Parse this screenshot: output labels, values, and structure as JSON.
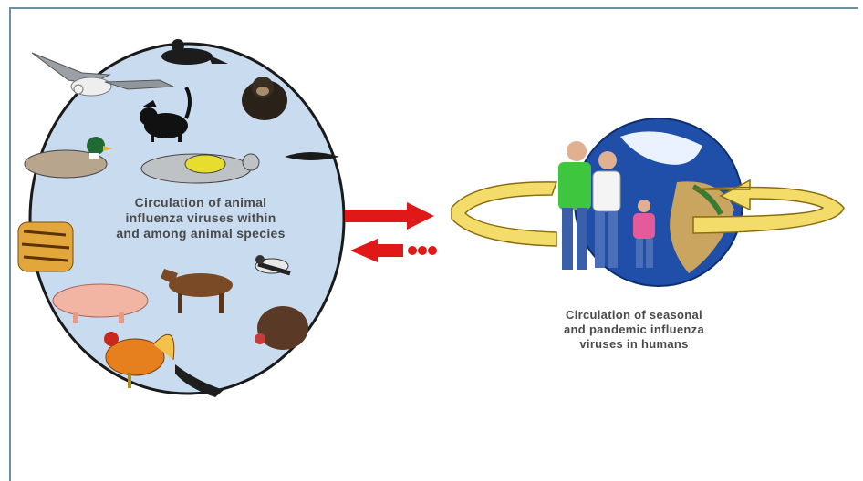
{
  "animal_caption": {
    "line1": "Circulation of animal",
    "line2": "influenza viruses within",
    "line3": "and among animal species"
  },
  "human_caption": {
    "line1": "Circulation of seasonal",
    "line2": "and pandemic influenza",
    "line3": "viruses in humans"
  },
  "colors": {
    "oval_fill": "#c9dcef",
    "oval_stroke": "#1a1a1a",
    "arrow_red": "#e01818",
    "ring_yellow": "#f3dc6a",
    "globe_blue": "#1f4fa8",
    "frame": "#6f8fa4"
  },
  "icons": [
    "gull-icon",
    "penguin-icon",
    "chimpanzee-icon",
    "cat-icon",
    "duck-icon",
    "seal-icon",
    "weasel-icon",
    "tiger-icon",
    "horse-icon",
    "bird-icon",
    "pig-icon",
    "rooster-icon",
    "turkey-icon",
    "otter-icon",
    "globe-icon",
    "human-family-icon"
  ]
}
